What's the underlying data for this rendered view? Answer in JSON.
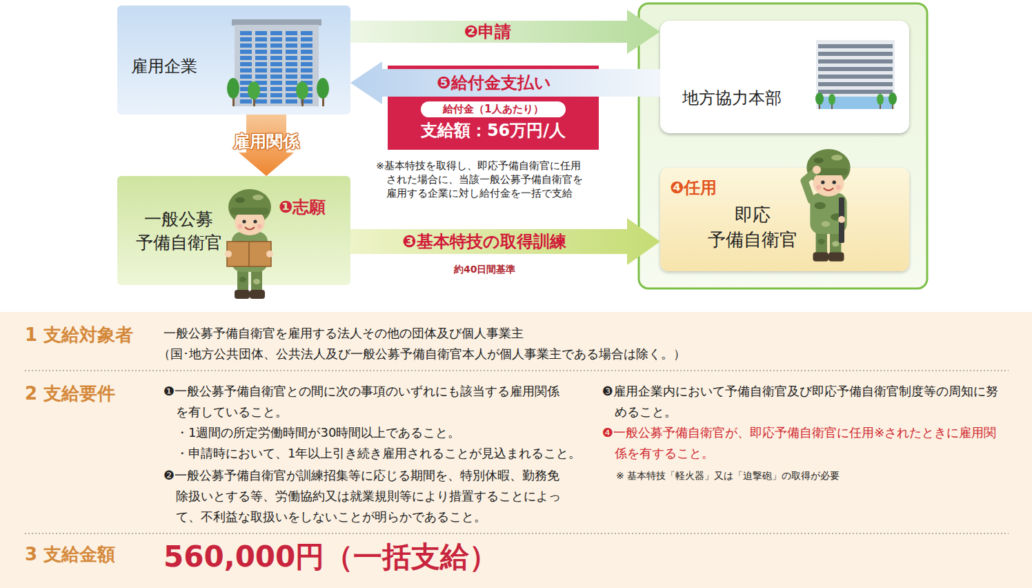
{
  "diagram": {
    "nodes": [
      {
        "text": [
          "雇用企業"
        ]
      },
      {
        "text": [
          "地方協力本部"
        ]
      },
      {
        "text": [
          "給付金（1人あたり）",
          "支給額：56万円/人"
        ]
      },
      {
        "text": [
          "一般公募 予備自衛官"
        ]
      },
      {
        "text": [
          "❹任用",
          "即応 予備自衛官"
        ]
      }
    ],
    "edges": [
      {
        "from": 0,
        "to": 1,
        "arrow": "to",
        "label": "❷申請"
      },
      {
        "from": 1,
        "to": 0,
        "arrow": "to",
        "label": "❺給付金支払い"
      },
      {
        "from": 0,
        "to": 3,
        "arrow": "to",
        "label": "雇用関係"
      },
      {
        "from": 3,
        "to": 4,
        "arrow": "to",
        "label": "❸基本特技の取得訓練"
      }
    ],
    "labels": [
      "※基本特技を取得し、即応予備自衛官に任用された場合に、当該一般公募予備自衛官を雇用する企業に対し給付金を一括で支給",
      "❶志願",
      "約40日間基準",
      "1 支給対象者",
      "一般公募予備自衛官を雇用する法人その他の団体及び個人事業主",
      "（国･地方公共団体、公共法人及び一般公募予備自衛官本人が個人事業主である場合は除く。）",
      "2 支給要件",
      "❶一般公募予備自衛官との間に次の事項のいずれにも該当する雇用関係を有していること。",
      "・1週間の所定労働時間が30時間以上であること。",
      "・申請時において、1年以上引き続き雇用されることが見込まれること。",
      "❷一般公募予備自衛官が訓練招集等に応じる期間を、特別休暇、勤務免除扱いとする等、労働協約又は就業規則等により措置することによって、不利益な取扱いをしないことが明らかであること。",
      "❸雇用企業内において予備自衛官及び即応予備自衛官制度等の周知に努めること。",
      "❹一般公募予備自衛官が、即応予備自衛官に任用※されたときに雇用関係を有すること。",
      "※ 基本特技「軽火器」又は「迫撃砲」の取得が必要",
      "3 支給金額",
      "560,000円（一括支給）"
    ]
  }
}
